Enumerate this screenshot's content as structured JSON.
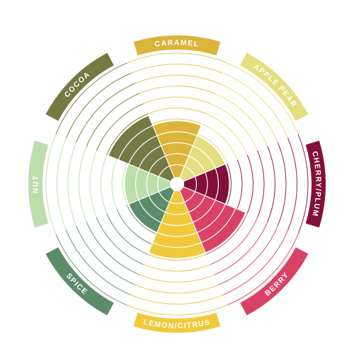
{
  "chart_data": {
    "type": "radar-sunburst",
    "title": "",
    "scale_max": 10,
    "categories": [
      {
        "label": "CARAMEL",
        "value": 5,
        "color": "#dbb43a",
        "ring_color": "#dbc249"
      },
      {
        "label": "APPLE PEAR",
        "value": 4,
        "color": "#e4de7e",
        "ring_color": "#e4de7e"
      },
      {
        "label": "CHERRY/PLUM",
        "value": 4,
        "color": "#83103a",
        "ring_color": "#83103a"
      },
      {
        "label": "BERRY",
        "value": 6,
        "color": "#d94264",
        "ring_color": "#d94264"
      },
      {
        "label": "LEMON/CITRUS",
        "value": 6,
        "color": "#f1ca3b",
        "ring_color": "#e4c33d"
      },
      {
        "label": "SPICE",
        "value": 4,
        "color": "#5d8c6b",
        "ring_color": "#5d8c6b"
      },
      {
        "label": "NUT",
        "value": 4,
        "color": "#bcdeaa",
        "ring_color": "#bcdeaa"
      },
      {
        "label": "COCOA",
        "value": 6,
        "color": "#767942",
        "ring_color": "#767942"
      }
    ]
  }
}
